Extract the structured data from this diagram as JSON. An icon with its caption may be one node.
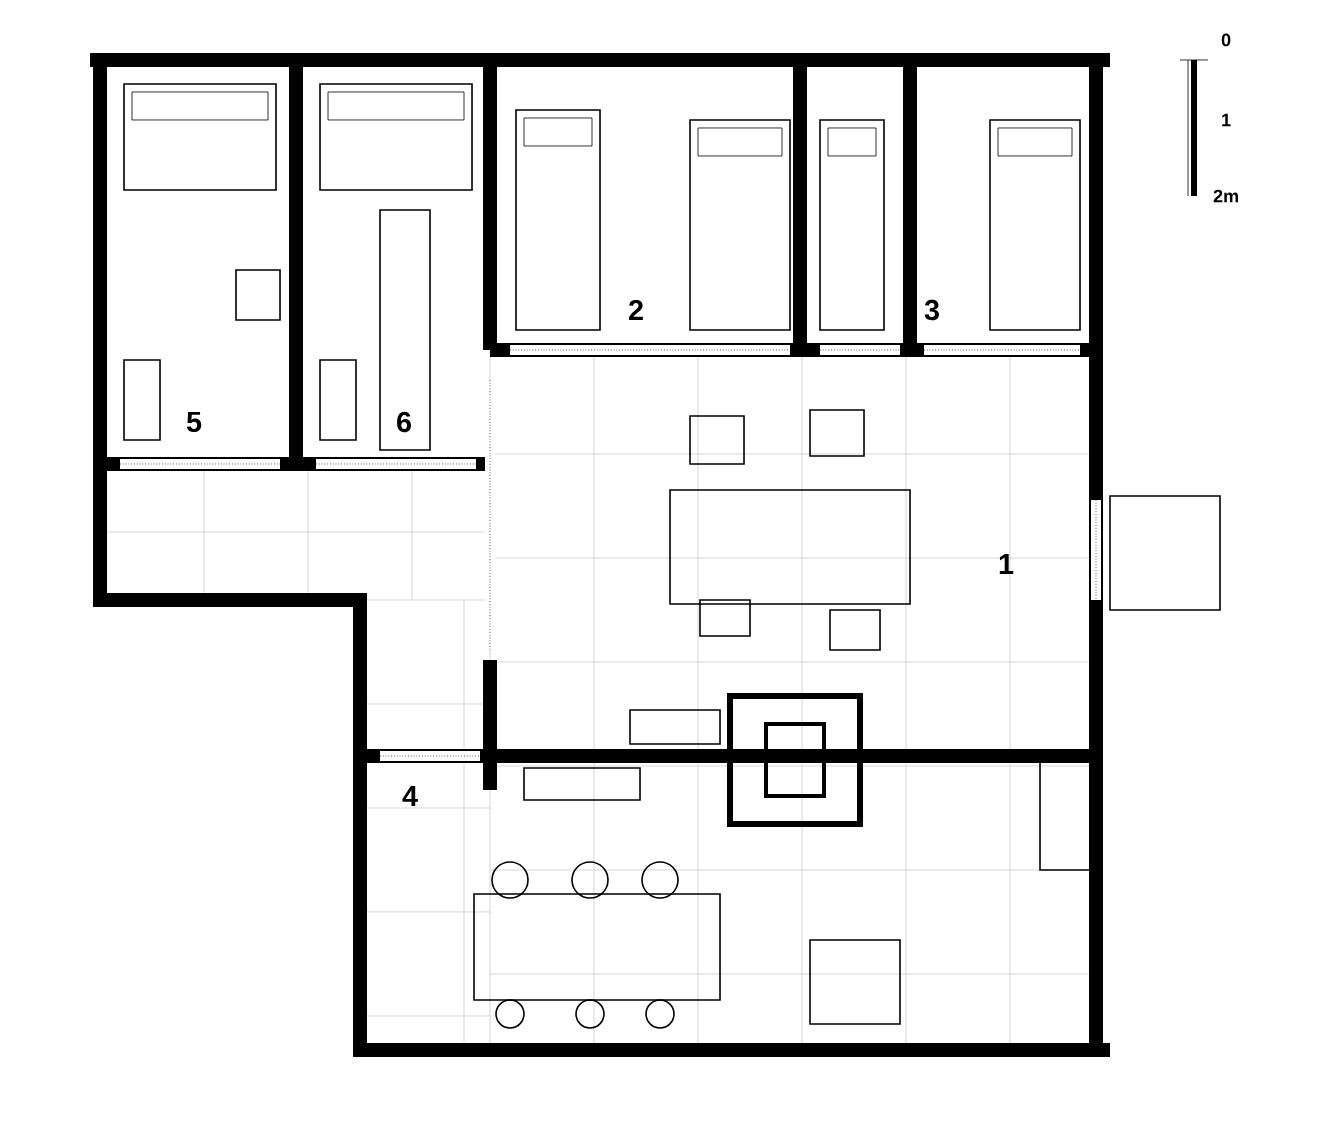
{
  "diagram": {
    "labels": [
      "0",
      "1",
      "2m",
      "2",
      "3",
      "5",
      "6",
      "1",
      "4"
    ]
  }
}
